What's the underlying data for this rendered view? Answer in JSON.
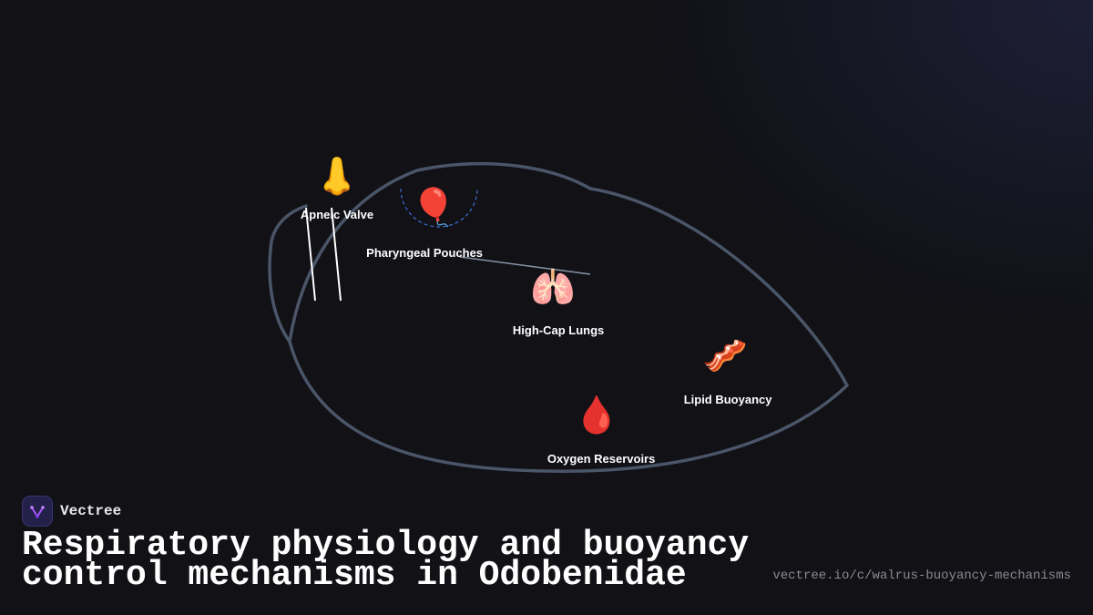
{
  "diagram": {
    "nodes": [
      {
        "id": "apneic-valve",
        "label": "Apneic Valve",
        "icon": "nose-icon",
        "glyph": "👃"
      },
      {
        "id": "pharyngeal-pouches",
        "label": "Pharyngeal Pouches",
        "icon": "balloon-icon",
        "glyph": "🎈"
      },
      {
        "id": "high-cap-lungs",
        "label": "High-Cap Lungs",
        "icon": "lungs-icon",
        "glyph": "🫁"
      },
      {
        "id": "lipid-buoyancy",
        "label": "Lipid Buoyancy",
        "icon": "bacon-icon",
        "glyph": "🥓"
      },
      {
        "id": "oxygen-reservoirs",
        "label": "Oxygen Reservoirs",
        "icon": "blood-drop-icon",
        "glyph": "🩸"
      }
    ],
    "colors": {
      "outline": "#4a5568",
      "pouch_dash": "#3b6fd4",
      "connector": "#ffffff",
      "text": "#ffffff"
    }
  },
  "brand": {
    "name": "Vectree",
    "logo_icon": "vectree-logo-icon"
  },
  "title": "Respiratory physiology and buoyancy control mechanisms in Odobenidae",
  "url": "vectree.io/c/walrus-buoyancy-mechanisms"
}
